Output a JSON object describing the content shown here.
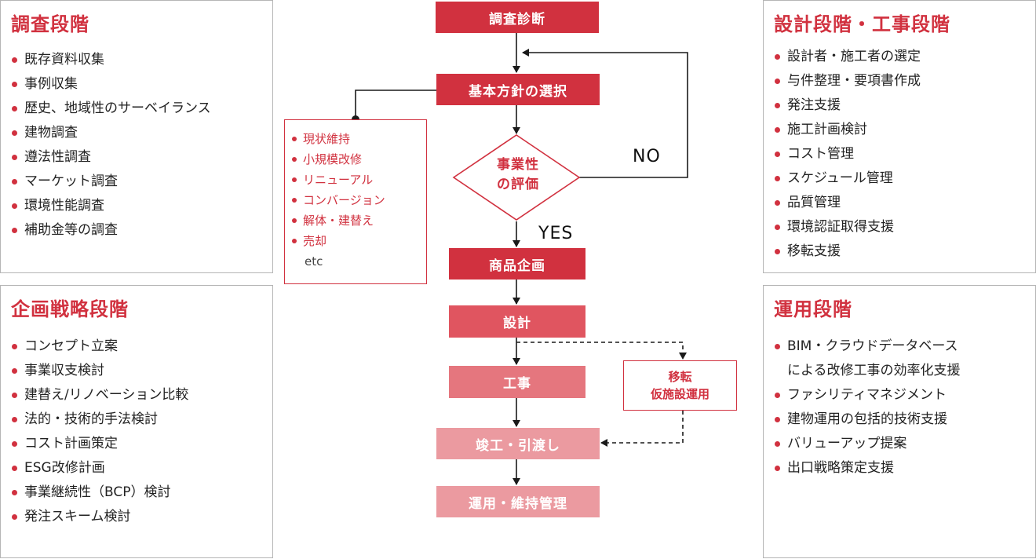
{
  "colors": {
    "accent": "#d1313f",
    "step_strong": "#d1313f",
    "step_medium": "#e05560",
    "step_light": "#e5767e",
    "step_lighter": "#eb9aa0",
    "border": "#b5b5b5"
  },
  "panels": {
    "survey": {
      "title": "調査段階",
      "items": [
        "既存資料収集",
        "事例収集",
        "歴史、地域性のサーベイランス",
        "建物調査",
        "遵法性調査",
        "マーケット調査",
        "環境性能調査",
        "補助金等の調査"
      ]
    },
    "planning": {
      "title": "企画戦略段階",
      "items": [
        "コンセプト立案",
        "事業収支検討",
        "建替え/リノベーション比較",
        "法的・技術的手法検討",
        "コスト計画策定",
        "ESG改修計画",
        "事業継続性（BCP）検討",
        "発注スキーム検討"
      ]
    },
    "design": {
      "title": "設計段階・工事段階",
      "items": [
        "設計者・施工者の選定",
        "与件整理・要項書作成",
        "発注支援",
        "施工計画検討",
        "コスト管理",
        "スケジュール管理",
        "品質管理",
        "環境認証取得支援",
        "移転支援"
      ]
    },
    "operation": {
      "title": "運用段階",
      "items": [
        "BIM・クラウドデータベース",
        "による改修工事の効率化支援",
        "ファシリティマネジメント",
        "建物運用の包括的技術支援",
        "バリューアップ提案",
        "出口戦略策定支援"
      ]
    }
  },
  "flow": {
    "s1": "調査診断",
    "s2": "基本方針の選択",
    "decision_line1": "事業性",
    "decision_line2": "の評価",
    "no_label": "NO",
    "yes_label": "YES",
    "s3": "商品企画",
    "s4": "設計",
    "s5": "工事",
    "s6": "竣工・引渡し",
    "s7": "運用・維持管理",
    "side_line1": "移転",
    "side_line2": "仮施設運用"
  },
  "options": {
    "items": [
      "現状維持",
      "小規模改修",
      "リニューアル",
      "コンバージョン",
      "解体・建替え",
      "売却"
    ],
    "etc": "etc"
  }
}
